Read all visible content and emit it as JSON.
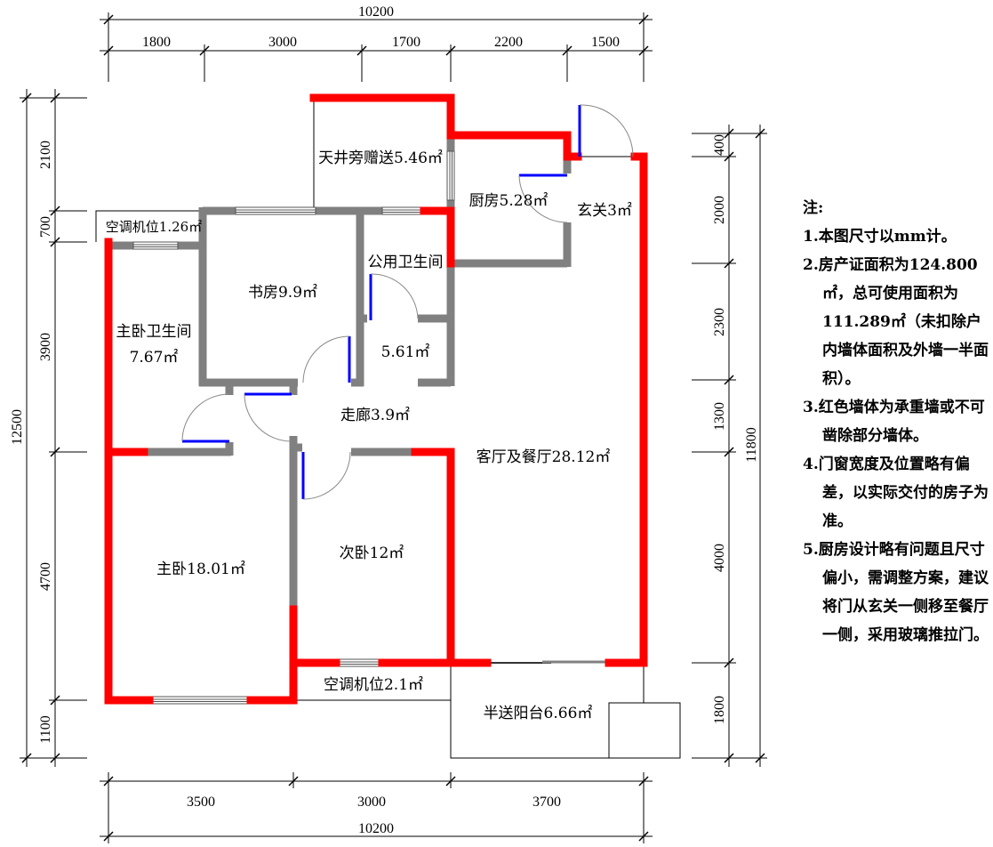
{
  "dimensions": {
    "top_total": "10200",
    "top": [
      "1800",
      "3000",
      "1700",
      "2200",
      "1500"
    ],
    "left_total": "12500",
    "left": [
      "2100",
      "700",
      "3900",
      "4700",
      "1100"
    ],
    "right_total": "11800",
    "right": [
      "400",
      "2000",
      "2300",
      "1300",
      "4000",
      "1800"
    ],
    "bottom": [
      "3500",
      "3000",
      "3700"
    ],
    "bottom_total": "10200"
  },
  "rooms": {
    "skywell": "天井旁赠送5.46㎡",
    "kitchen": "厨房5.28㎡",
    "foyer": "玄关3㎡",
    "ac_small": "空调机位1.26㎡",
    "public_bath": "公用卫生间",
    "study": "书房9.9㎡",
    "master_bath_name": "主卧卫生间",
    "master_bath_area": "7.67㎡",
    "bath_area": "5.61㎡",
    "corridor": "走廊3.9㎡",
    "living": "客厅及餐厅28.12㎡",
    "master_bed": "主卧18.01㎡",
    "second_bed": "次卧12㎡",
    "ac_large": "空调机位2.1㎡",
    "balcony": "半送阳台6.66㎡"
  },
  "notes": {
    "title": "注:",
    "items": [
      "1.本图尺寸以mm计。",
      "2.房产证面积为124.800㎡，总可使用面积为111.289㎡（未扣除户内墙体面积及外墙一半面积）。",
      "3.红色墙体为承重墙或不可凿除部分墙体。",
      "4.门窗宽度及位置略有偏差，以实际交付的房子为准。",
      "5.厨房设计略有问题且尺寸偏小，需调整方案，建议将门从玄关一侧移至餐厅一侧，采用玻璃推拉门。"
    ]
  },
  "colors": {
    "load_bearing": "#ff0000",
    "partition": "#808080",
    "door": "#0000ff"
  }
}
